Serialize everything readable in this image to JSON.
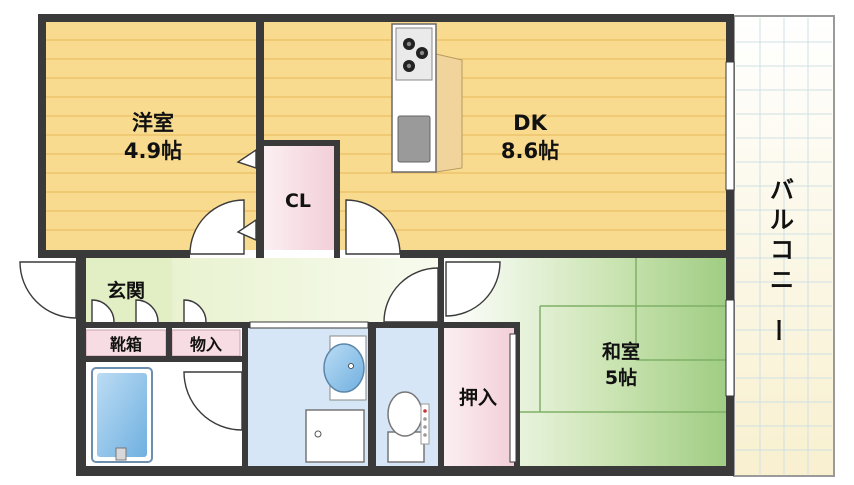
{
  "rooms": {
    "western_room": {
      "name": "洋室",
      "size": "4.9帖"
    },
    "dk": {
      "name": "DK",
      "size": "8.6帖"
    },
    "closet": {
      "name": "CL"
    },
    "entrance": {
      "name": "玄関"
    },
    "shoe_box": {
      "name": "靴箱"
    },
    "storage": {
      "name": "物入"
    },
    "japanese_room": {
      "name": "和室",
      "size": "5帖"
    },
    "oshiire": {
      "name": "押入"
    },
    "balcony": {
      "name": "バルコニー"
    }
  },
  "colors": {
    "wall": "#3a3a3a",
    "wood_floor": "#f8db8f",
    "wood_line": "#e9be63",
    "closet": "#f7dde3",
    "entrance": "#e9f1cf",
    "bath_floor": "#d6e6f6",
    "tatami": "#a9d28c",
    "tatami_light": "#eef6e2",
    "balcony": "#fbf6df",
    "balcony_grid": "#cfe0e4"
  }
}
